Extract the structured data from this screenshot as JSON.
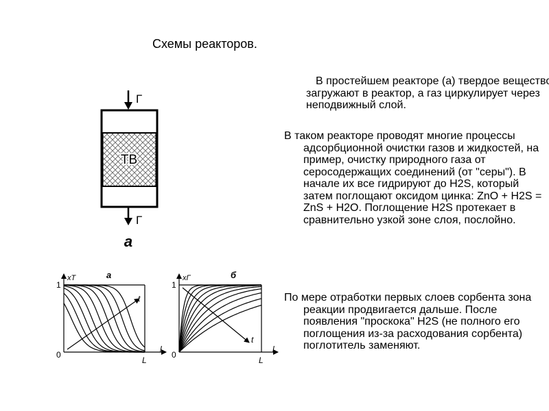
{
  "title": "Схемы реакторов.",
  "paragraphs": [
    "В простейшем реакторе (а) твердое вещество загружают в реактор, а газ циркулирует через неподвижный слой.",
    "В таком реакторе проводят многие процессы адсорбционной очистки газов и жидкостей, на пример, очистку природного газа от серосодержащих соединений (от \"серы\"). В начале их все гидрируют до H2S, который затем поглощают оксидом цинка: ZnO + H2S = ZnS + H2O. Поглощение H2S протекает в сравнительно узкой зоне слоя, послойно.",
    "По мере отработки первых слоев сорбента зона реакции продвигается дальше. После появления \"проскока\" H2S (не полного его поглощения из-за расходования сорбента) поглотитель заменяют."
  ],
  "reactor": {
    "gas_in_label": "Г",
    "gas_out_label": "Г",
    "bed_label": "ТВ",
    "caption": "а"
  },
  "plot_a": {
    "title": "а",
    "y_axis_label": "xT",
    "x_axis_label": "l",
    "y_tick_top": "1",
    "y_tick_bottom": "0",
    "x_tick_end": "L",
    "arrow_label": "t"
  },
  "plot_b": {
    "title": "б",
    "y_axis_label": "xГ",
    "x_axis_label": "l",
    "y_tick_top": "1",
    "y_tick_bottom": "0",
    "x_tick_end": "L",
    "arrow_label": "t"
  }
}
